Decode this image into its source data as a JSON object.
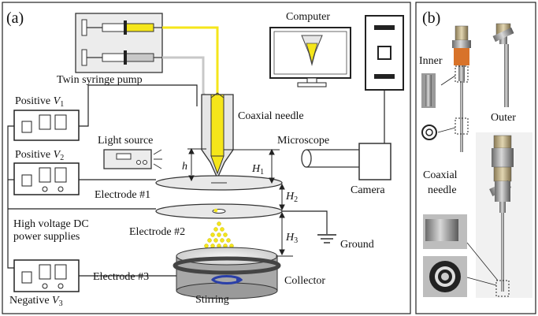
{
  "panel_a": {
    "label": "(a)",
    "twin_syringe_pump": "Twin syringe pump",
    "computer": "Computer",
    "coaxial_needle": "Coaxial needle",
    "light_source": "Light source",
    "microscope": "Microscope",
    "camera": "Camera",
    "positive_v1": {
      "text": "Positive",
      "symbol": "V",
      "sub": "1"
    },
    "positive_v2": {
      "text": "Positive",
      "symbol": "V",
      "sub": "2"
    },
    "negative_v3": {
      "text": "Negative",
      "symbol": "V",
      "sub": "3"
    },
    "hv_supplies_line1": "High voltage DC",
    "hv_supplies_line2": "power supplies",
    "electrode1": "Electrode #1",
    "electrode2": "Electrode #2",
    "electrode3": "Electrode #3",
    "ground": "Ground",
    "collector": "Collector",
    "stirring": "Stirring",
    "h": "h",
    "H1": {
      "symbol": "H",
      "sub": "1"
    },
    "H2": {
      "symbol": "H",
      "sub": "2"
    },
    "H3": {
      "symbol": "H",
      "sub": "3"
    }
  },
  "panel_b": {
    "label": "(b)",
    "inner": "Inner",
    "outer": "Outer",
    "coaxial_line1": "Coaxial",
    "coaxial_line2": "needle"
  },
  "colors": {
    "yellow_fluid": "#f5e61a",
    "gray_fluid": "#c8c8c8",
    "dark_ring": "#444444",
    "stirring_arrow": "#2a3fa8"
  }
}
